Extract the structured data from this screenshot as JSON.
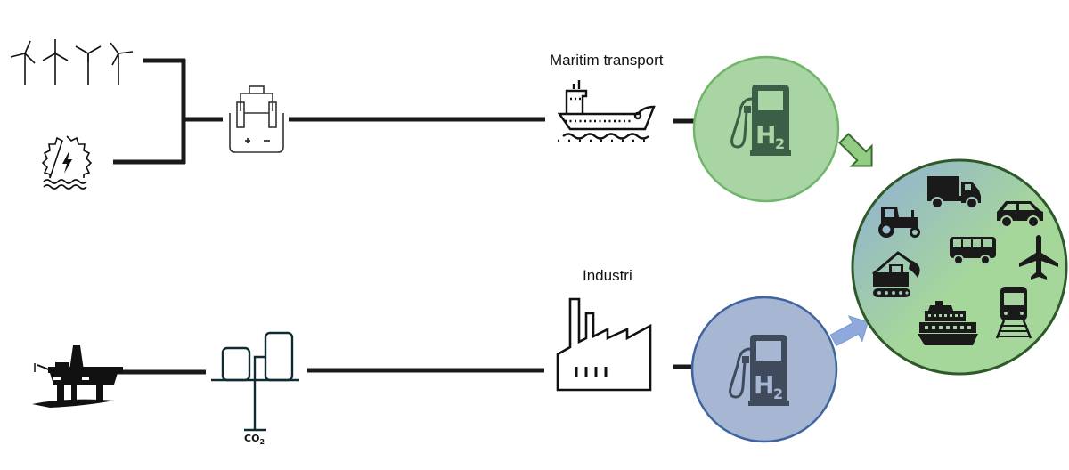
{
  "diagram": {
    "type": "hydrogen value chain",
    "labels": {
      "maritime": "Maritim transport",
      "industry": "Industri",
      "co2": "CO",
      "co2_sub": "2",
      "h2": "H",
      "h2_sub": "2"
    },
    "colors": {
      "line": "#1a1a1a",
      "green_fill": "#a9d4a3",
      "green_stroke": "#6fb56a",
      "green_icon": "#3a5e46",
      "blue_fill": "#a7b6d2",
      "blue_stroke": "#3f64a0",
      "blue_icon": "#3f4a5c",
      "hub_stroke": "#2e5a2a",
      "hub_grad_start": "#8faed8",
      "hub_grad_end": "#a6d79a",
      "arrow_green": "#92cd83",
      "arrow_green_stroke": "#3a6b32",
      "arrow_blue": "#8eaadc"
    },
    "nodes": [
      {
        "id": "wind",
        "name": "Wind turbines"
      },
      {
        "id": "hydro",
        "name": "Hydropower"
      },
      {
        "id": "electrolyser",
        "name": "Electrolyser"
      },
      {
        "id": "ship",
        "name": "Maritime transport"
      },
      {
        "id": "h2-green",
        "name": "Green hydrogen station"
      },
      {
        "id": "oil-platform",
        "name": "Offshore platform"
      },
      {
        "id": "reformer",
        "name": "Reformer with CO2 capture"
      },
      {
        "id": "factory",
        "name": "Industry"
      },
      {
        "id": "h2-blue",
        "name": "Blue hydrogen station"
      },
      {
        "id": "transport-hub",
        "name": "Transport applications"
      }
    ],
    "hub_icons": [
      "truck",
      "car",
      "tractor",
      "bus",
      "airplane",
      "excavator",
      "ferry",
      "train"
    ]
  }
}
